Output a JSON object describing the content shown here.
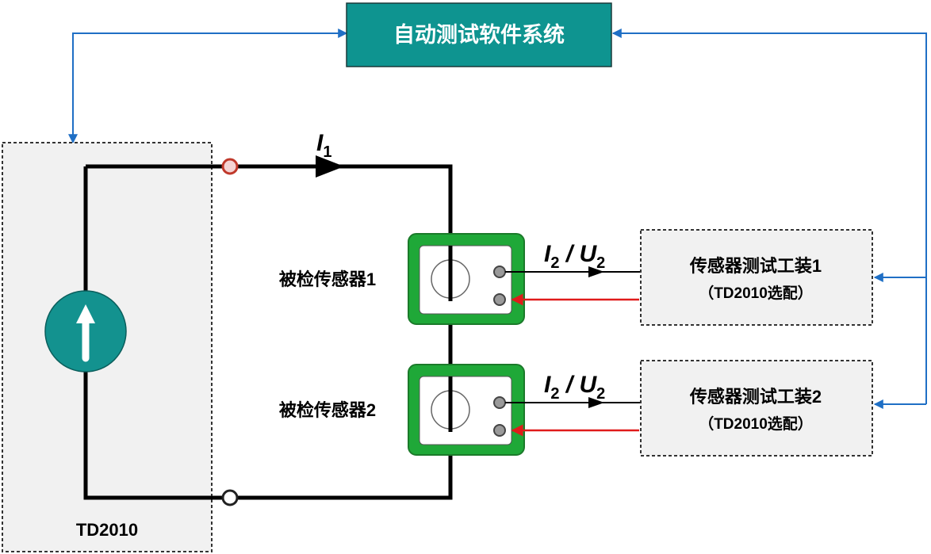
{
  "software_box": {
    "label": "自动测试软件系统",
    "fill": "#0E9490",
    "text_color": "#ffffff"
  },
  "device": {
    "label": "TD2010",
    "fill": "#F1F1F1"
  },
  "current_source": {
    "fill": "#13928F"
  },
  "current_label": {
    "symbol": "I",
    "subscript": "1"
  },
  "sensors": [
    {
      "label": "被检传感器1",
      "signal_label": {
        "i": "I",
        "i_sub": "2",
        "sep": " / ",
        "u": "U",
        "u_sub": "2"
      }
    },
    {
      "label": "被检传感器2",
      "signal_label": {
        "i": "I",
        "i_sub": "2",
        "sep": " / ",
        "u": "U",
        "u_sub": "2"
      }
    }
  ],
  "fixtures": [
    {
      "title": "传感器测试工装1",
      "subtitle": "（TD2010选配）"
    },
    {
      "title": "传感器测试工装2",
      "subtitle": "（TD2010选配）"
    }
  ],
  "colors": {
    "link_blue": "#1F6FC5",
    "sensor_green": "#1FA838",
    "sensor_border_dark": "#1B7A2A",
    "return_red": "#E01B1B",
    "terminal_red": "#C0392B",
    "wire": "#000000",
    "fixture_fill": "#F1F1F1"
  }
}
